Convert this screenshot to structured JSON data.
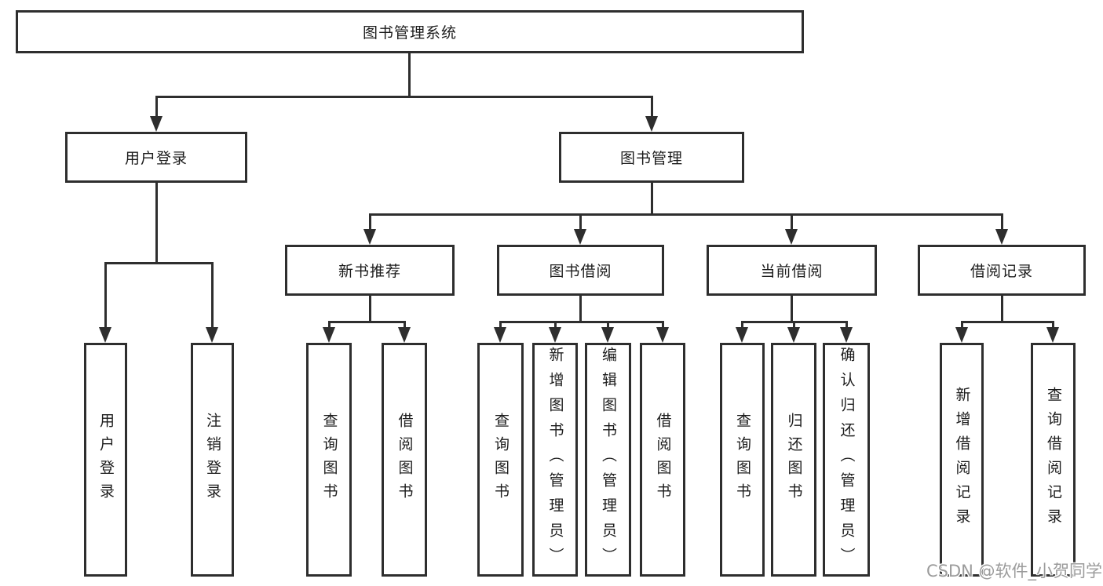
{
  "diagram_title": "图书管理系统",
  "nodes": {
    "root": "图书管理系统",
    "user_login": "用户登录",
    "book_mgmt": "图书管理",
    "new_book_rec": "新书推荐",
    "book_borrow": "图书借阅",
    "current_borrow": "当前借阅",
    "borrow_records": "借阅记录",
    "login_children": [
      "用户登录",
      "注销登录"
    ],
    "new_book_children": [
      "查询图书",
      "借阅图书"
    ],
    "borrow_children": [
      "查询图书",
      "新增图书（管理员）",
      "编辑图书（管理员）",
      "借阅图书"
    ],
    "current_children": [
      "查询图书",
      "归还图书",
      "确认归还（管理员）"
    ],
    "records_children": [
      "新增借阅记录",
      "查询借阅记录"
    ]
  },
  "watermark": {
    "text": "CSDN @软件_小贺同学",
    "color": "#9b9b9b"
  },
  "colors": {
    "line": "#2e2e2e",
    "text": "#1c1c1c",
    "background": "#ffffff"
  }
}
